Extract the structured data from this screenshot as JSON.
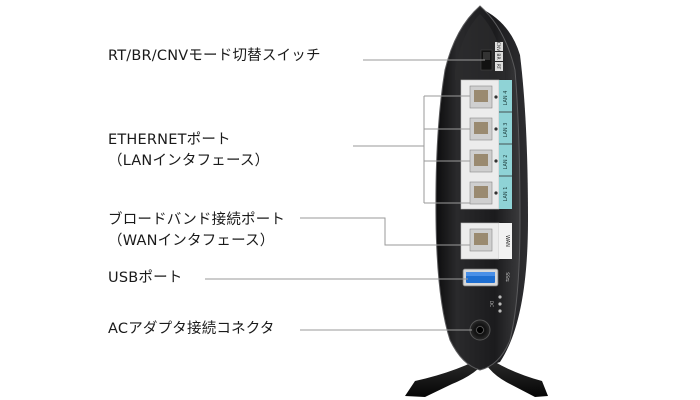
{
  "diagram": {
    "subject": "Wireless router rear panel",
    "callouts": [
      {
        "id": "mode-switch",
        "lines": [
          "RT/BR/CNVモード切替スイッチ"
        ]
      },
      {
        "id": "ethernet",
        "lines": [
          "ETHERNETポート",
          "（LANインタフェース）"
        ]
      },
      {
        "id": "broadband",
        "lines": [
          "ブロードバンド接続ポート",
          "（WANインタフェース）"
        ]
      },
      {
        "id": "usb",
        "lines": [
          "USBポート"
        ]
      },
      {
        "id": "ac",
        "lines": [
          "ACアダプタ接続コネクタ"
        ]
      }
    ],
    "device_labels": {
      "switch_positions": [
        "RT",
        "BR",
        "CNV"
      ],
      "lan_ports": [
        "LAN 4",
        "LAN 3",
        "LAN 2",
        "LAN 1"
      ],
      "wan_port": "WAN",
      "usb_symbol": "SS⇆",
      "dc_symbol": "DC"
    },
    "colors": {
      "body": "#1e1e20",
      "lan_tag": "#8fd3d6",
      "usb_blue": "#1f6fd1",
      "leader": "#9a9a9a"
    }
  }
}
